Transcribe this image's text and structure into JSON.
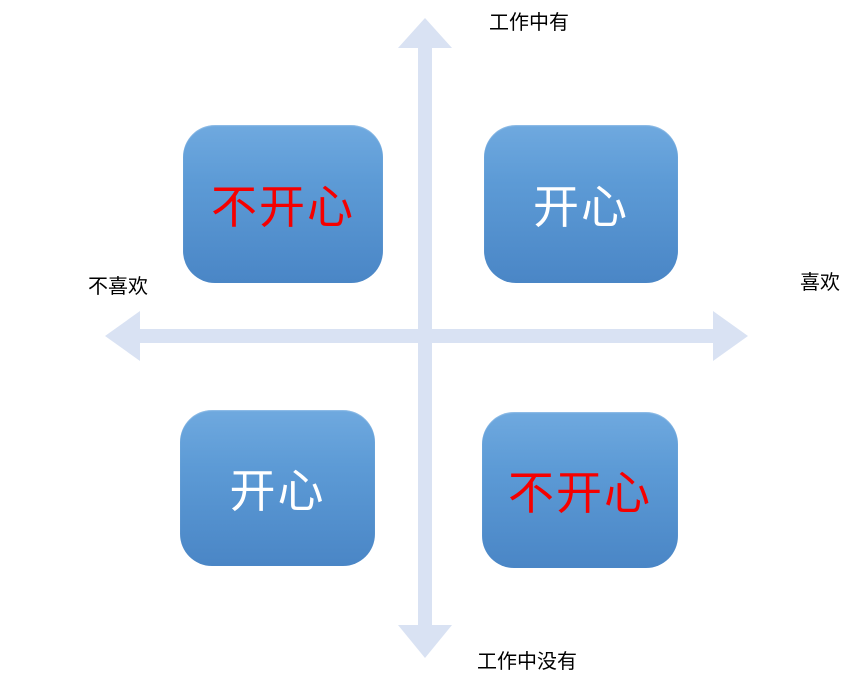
{
  "diagram": {
    "title": "work-happiness-quadrant",
    "axis_labels": {
      "top": "工作中有",
      "bottom": "工作中没有",
      "left": "不喜欢",
      "right": "喜欢"
    },
    "quadrants": [
      {
        "position": "top-left",
        "label": "不开心",
        "text_color": "#f50000"
      },
      {
        "position": "top-right",
        "label": "开心",
        "text_color": "#ffffff"
      },
      {
        "position": "bottom-left",
        "label": "开心",
        "text_color": "#ffffff"
      },
      {
        "position": "bottom-right",
        "label": "不开心",
        "text_color": "#f50000"
      }
    ],
    "colors": {
      "arrow_fill": "#d9e2f3",
      "box_gradient_top": "#6fa9df",
      "box_gradient_bottom": "#4a86c6",
      "axis_label_text": "#000000",
      "unhappy_text": "#f50000",
      "happy_text": "#ffffff"
    }
  }
}
